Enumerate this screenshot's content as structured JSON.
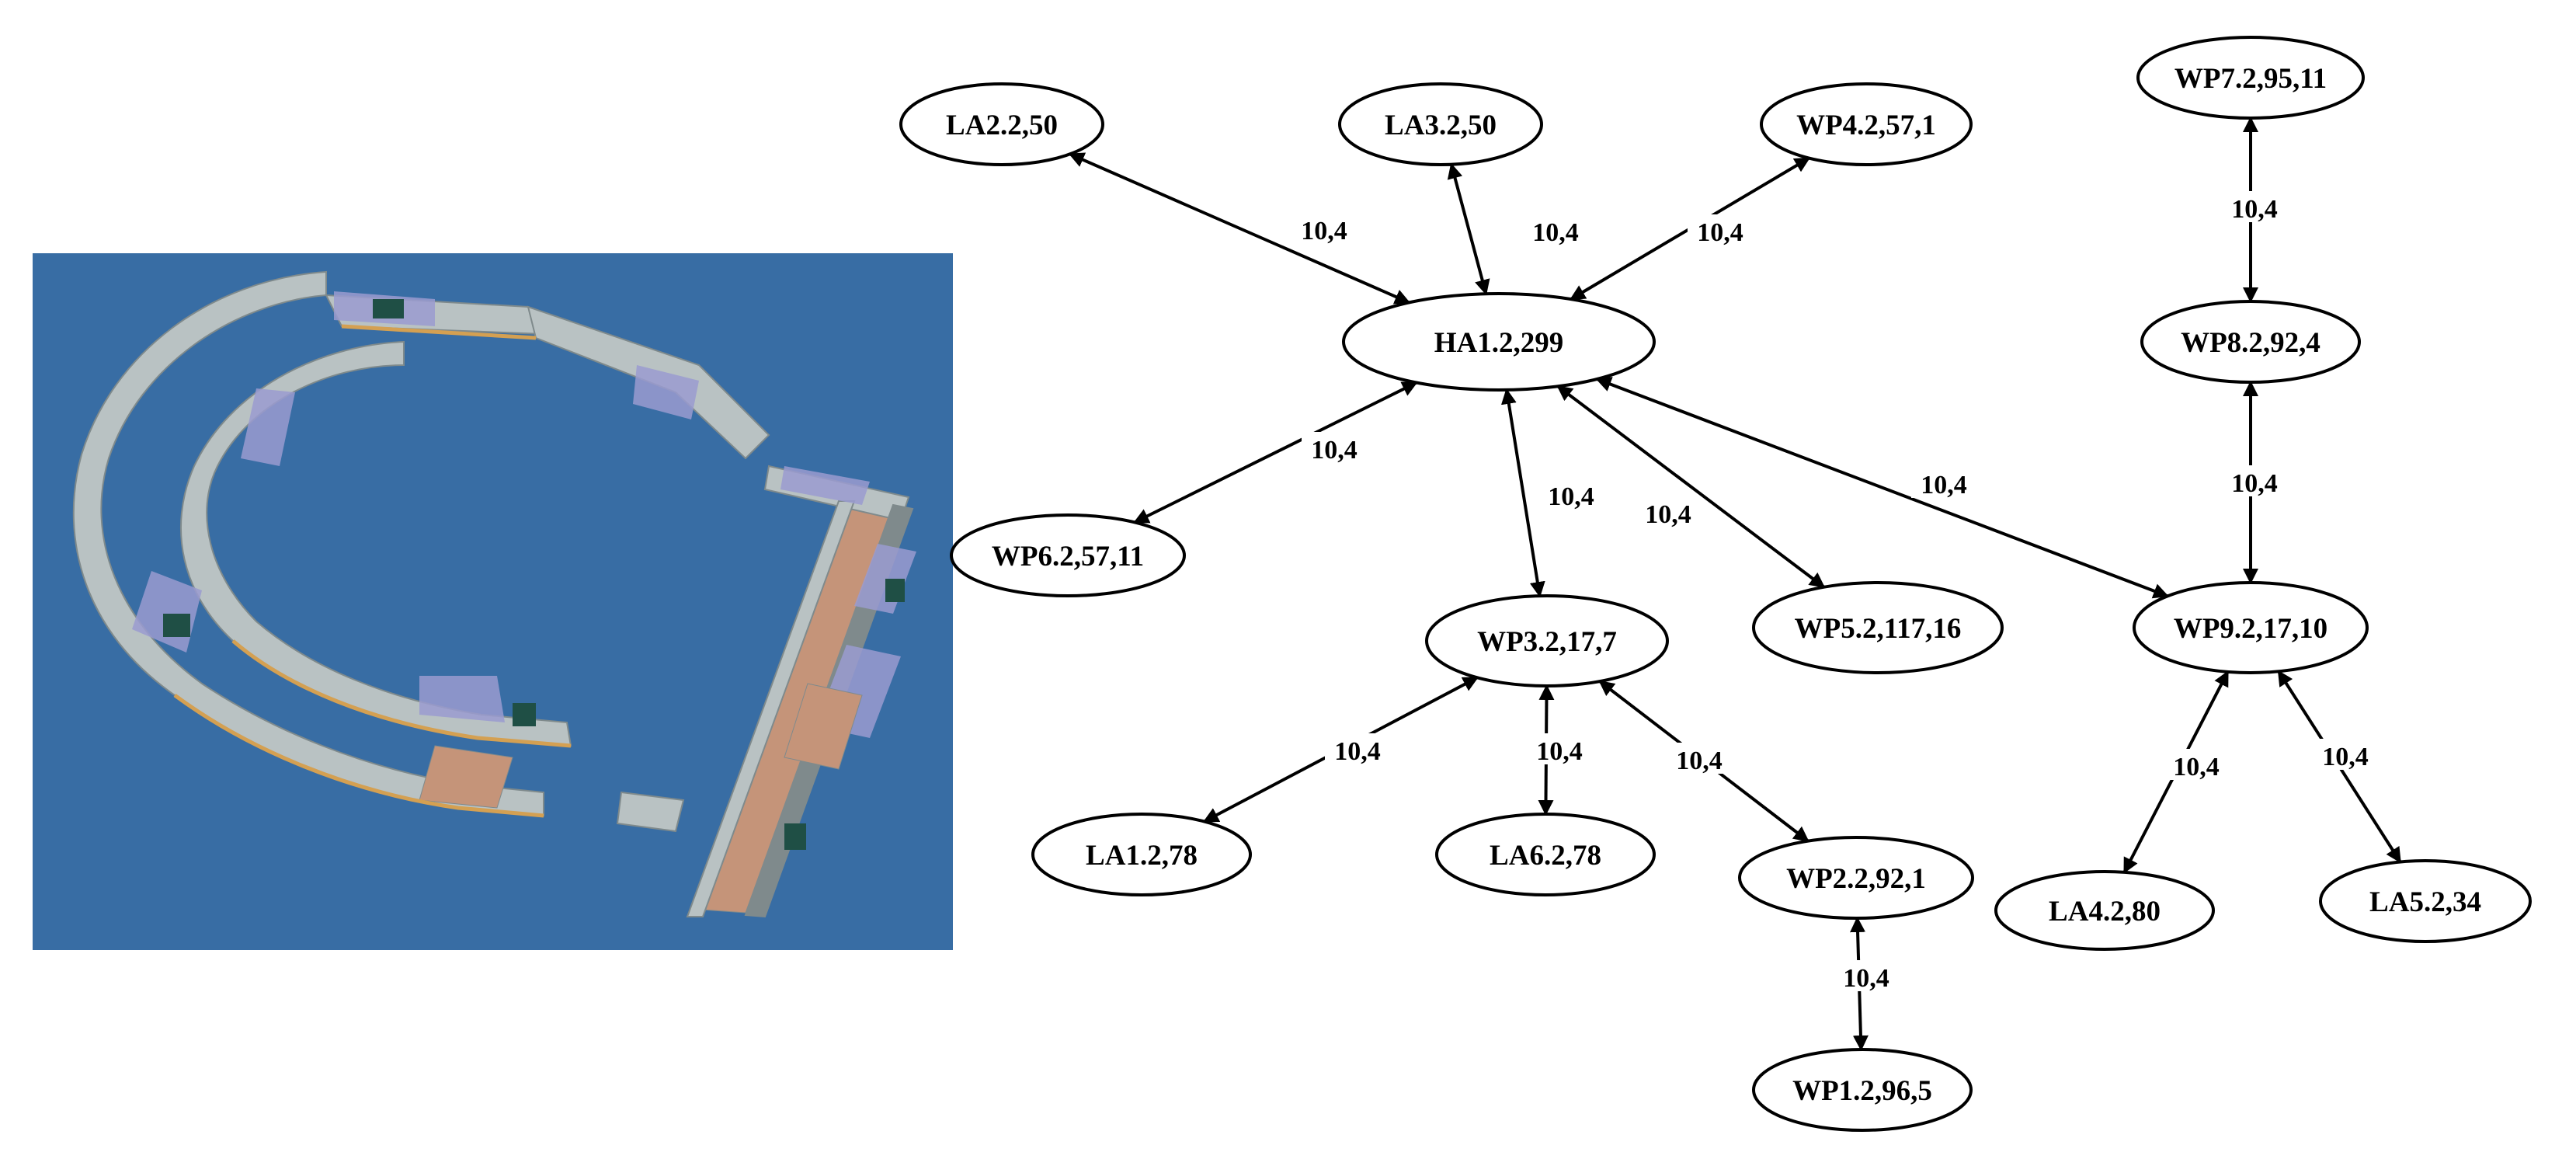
{
  "figure": {
    "colors": {
      "scene_background": "#386da4",
      "wall": "#b9c2c3",
      "wall_shadow": "#7f8a8c",
      "floor": "#c59479",
      "room_tint": "#9a9bd0",
      "furniture": "#1f4f45",
      "trim": "#d4a052"
    }
  },
  "graph": {
    "nodes": [
      {
        "id": "LA2",
        "label": "LA2.2,50"
      },
      {
        "id": "LA3",
        "label": "LA3.2,50"
      },
      {
        "id": "WP4",
        "label": "WP4.2,57,1"
      },
      {
        "id": "WP7",
        "label": "WP7.2,95,11"
      },
      {
        "id": "HA1",
        "label": "HA1.2,299"
      },
      {
        "id": "WP8",
        "label": "WP8.2,92,4"
      },
      {
        "id": "WP6",
        "label": "WP6.2,57,11"
      },
      {
        "id": "WP3",
        "label": "WP3.2,17,7"
      },
      {
        "id": "WP5",
        "label": "WP5.2,117,16"
      },
      {
        "id": "WP9",
        "label": "WP9.2,17,10"
      },
      {
        "id": "LA1",
        "label": "LA1.2,78"
      },
      {
        "id": "LA6",
        "label": "LA6.2,78"
      },
      {
        "id": "WP2",
        "label": "WP2.2,92,1"
      },
      {
        "id": "LA4",
        "label": "LA4.2,80"
      },
      {
        "id": "LA5",
        "label": "LA5.2,34"
      },
      {
        "id": "WP1",
        "label": "WP1.2,96,5"
      }
    ],
    "edges": [
      {
        "from": "HA1",
        "to": "LA2",
        "label": "10,4",
        "bidirectional": true
      },
      {
        "from": "HA1",
        "to": "LA3",
        "label": "10,4",
        "bidirectional": true
      },
      {
        "from": "HA1",
        "to": "WP4",
        "label": "10,4",
        "bidirectional": true
      },
      {
        "from": "HA1",
        "to": "WP6",
        "label": "10,4",
        "bidirectional": true
      },
      {
        "from": "HA1",
        "to": "WP3",
        "label": "10,4",
        "bidirectional": true
      },
      {
        "from": "HA1",
        "to": "WP5",
        "label": "10,4",
        "bidirectional": true
      },
      {
        "from": "HA1",
        "to": "WP9",
        "label": "10,4",
        "bidirectional": true
      },
      {
        "from": "WP7",
        "to": "WP8",
        "label": "10,4",
        "bidirectional": true
      },
      {
        "from": "WP8",
        "to": "WP9",
        "label": "10,4",
        "bidirectional": true
      },
      {
        "from": "WP3",
        "to": "LA1",
        "label": "10,4",
        "bidirectional": true
      },
      {
        "from": "WP3",
        "to": "LA6",
        "label": "10,4",
        "bidirectional": true
      },
      {
        "from": "WP3",
        "to": "WP2",
        "label": "10,4",
        "bidirectional": true
      },
      {
        "from": "WP2",
        "to": "WP1",
        "label": "10,4",
        "bidirectional": true
      },
      {
        "from": "WP9",
        "to": "LA4",
        "label": "10,4",
        "bidirectional": true
      },
      {
        "from": "WP9",
        "to": "LA5",
        "label": "10,4",
        "bidirectional": true
      }
    ]
  }
}
